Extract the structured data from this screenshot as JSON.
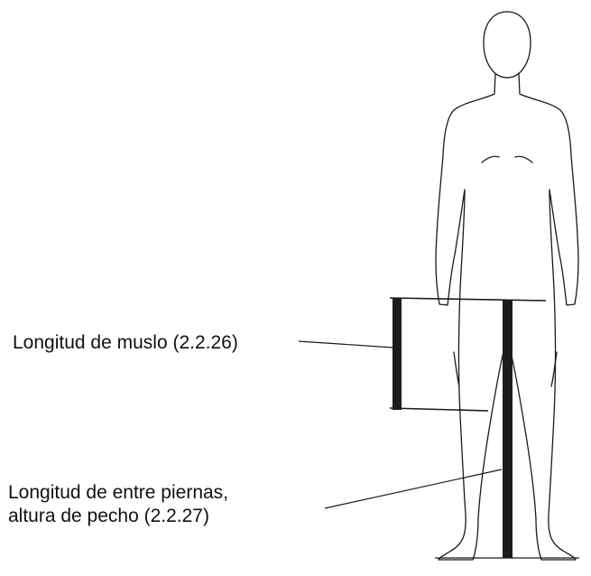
{
  "labels": {
    "thigh_length": "Longitud de muslo (2.2.26)",
    "inseam_line1": "Longitud de entre piernas,",
    "inseam_line2": "altura de pecho (2.2.27)"
  },
  "colors": {
    "outline": "#1a1a1a",
    "measure_bar": "#1c1c1c",
    "background": "#ffffff"
  }
}
